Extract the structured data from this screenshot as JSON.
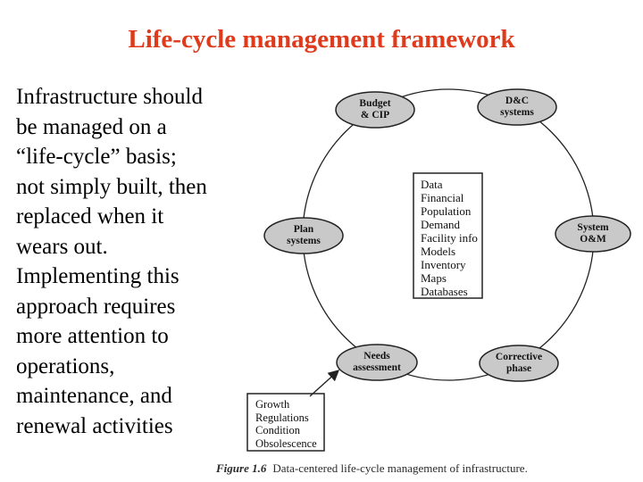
{
  "slide": {
    "title": "Life-cycle management framework",
    "body_text": "Infrastructure should\nbe managed on a\n“life-cycle” basis;\nnot simply built, then\nreplaced when it\nwears out.\nImplementing this\napproach requires\nmore attention to\noperations,\nmaintenance, and\nrenewal activities"
  },
  "diagram": {
    "nodes": {
      "budget": "Budget\n& CIP",
      "dc_systems": "D&C\nsystems",
      "plan_systems": "Plan\nsystems",
      "system_om": "System\nO&M",
      "needs_assessment": "Needs\nassessment",
      "corrective_phase": "Corrective\nphase"
    },
    "data_box": "Data\nFinancial\nPopulation\nDemand\nFacility info\nModels\nInventory\nMaps\nDatabases",
    "factors_box": "Growth\nRegulations\nCondition\nObsolescence",
    "caption_label": "Figure 1.6",
    "caption_text": "Data-centered life-cycle management of infrastructure."
  },
  "colors": {
    "title": "#dd3b1c",
    "node_fill": "#c9c9c9",
    "diagram_stroke": "#222222"
  }
}
